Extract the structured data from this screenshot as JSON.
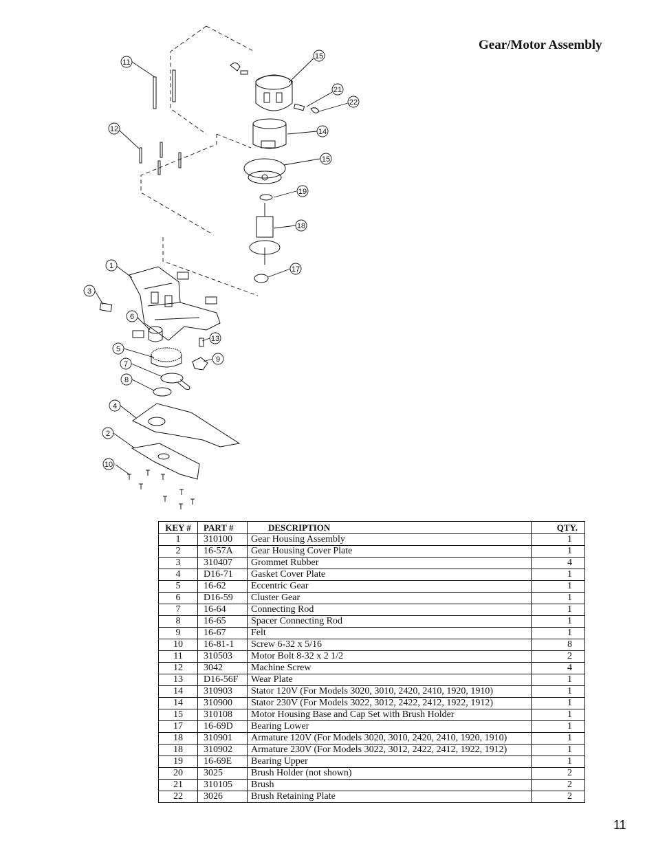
{
  "title": "Gear/Motor Assembly",
  "page_number": "11",
  "diagram": {
    "callouts": [
      "11",
      "15",
      "21",
      "22",
      "12",
      "14",
      "15",
      "19",
      "18",
      "1",
      "17",
      "3",
      "6",
      "13",
      "5",
      "9",
      "7",
      "8",
      "4",
      "2",
      "10"
    ]
  },
  "table": {
    "headers": {
      "key": "KEY #",
      "part": "PART #",
      "description": "DESCRIPTION",
      "qty": "QTY."
    },
    "rows": [
      {
        "key": "1",
        "part": "310100",
        "description": "Gear Housing Assembly",
        "qty": "1"
      },
      {
        "key": "2",
        "part": "16-57A",
        "description": "Gear Housing Cover Plate",
        "qty": "1"
      },
      {
        "key": "3",
        "part": "310407",
        "description": "Grommet Rubber",
        "qty": "4"
      },
      {
        "key": "4",
        "part": "D16-71",
        "description": "Gasket Cover Plate",
        "qty": "1"
      },
      {
        "key": "5",
        "part": "16-62",
        "description": "Eccentric Gear",
        "qty": "1"
      },
      {
        "key": "6",
        "part": "D16-59",
        "description": "Cluster Gear",
        "qty": "1"
      },
      {
        "key": "7",
        "part": "16-64",
        "description": "Connecting Rod",
        "qty": "1"
      },
      {
        "key": "8",
        "part": "16-65",
        "description": "Spacer Connecting Rod",
        "qty": "1"
      },
      {
        "key": "9",
        "part": "16-67",
        "description": "Felt",
        "qty": "1"
      },
      {
        "key": "10",
        "part": "16-81-1",
        "description": "Screw 6-32 x 5/16",
        "qty": "8"
      },
      {
        "key": "11",
        "part": "310503",
        "description": "Motor Bolt 8-32 x 2 1/2",
        "qty": "2"
      },
      {
        "key": "12",
        "part": "3042",
        "description": "Machine Screw",
        "qty": "4"
      },
      {
        "key": "13",
        "part": "D16-56F",
        "description": "Wear Plate",
        "qty": "1"
      },
      {
        "key": "14",
        "part": "310903",
        "description": "Stator 120V (For Models 3020, 3010, 2420, 2410, 1920, 1910)",
        "qty": "1"
      },
      {
        "key": "14",
        "part": "310900",
        "description": "Stator 230V (For Models 3022, 3012, 2422, 2412, 1922, 1912)",
        "qty": "1"
      },
      {
        "key": "15",
        "part": "310108",
        "description": "Motor Housing Base and Cap Set with Brush Holder",
        "qty": "1"
      },
      {
        "key": "17",
        "part": "16-69D",
        "description": "Bearing Lower",
        "qty": "1"
      },
      {
        "key": "18",
        "part": "310901",
        "description": "Armature 120V (For Models 3020, 3010, 2420, 2410, 1920, 1910)",
        "qty": "1"
      },
      {
        "key": "18",
        "part": "310902",
        "description": "Armature 230V (For Models 3022, 3012, 2422, 2412, 1922, 1912)",
        "qty": "1"
      },
      {
        "key": "19",
        "part": "16-69E",
        "description": "Bearing Upper",
        "qty": "1"
      },
      {
        "key": "20",
        "part": "3025",
        "description": "Brush Holder (not shown)",
        "qty": "2"
      },
      {
        "key": "21",
        "part": "310105",
        "description": "Brush",
        "qty": "2"
      },
      {
        "key": "22",
        "part": "3026",
        "description": "Brush Retaining Plate",
        "qty": "2"
      }
    ]
  }
}
